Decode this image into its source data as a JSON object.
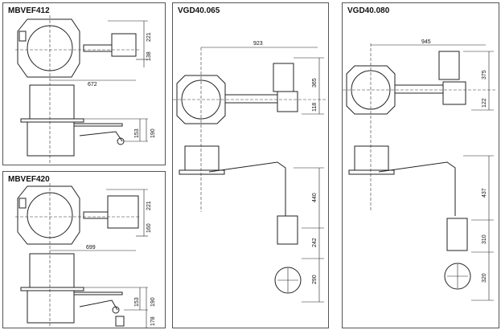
{
  "panels": [
    {
      "title": "MBVEF412",
      "dims": {
        "width": "672",
        "top_height": "221",
        "bottom_height": "138",
        "side_a": "153",
        "side_b": "190"
      }
    },
    {
      "title": "MBVEF420",
      "dims": {
        "width": "699",
        "top_height": "221",
        "bottom_height": "160",
        "side_a": "153",
        "side_b": "190",
        "side_c": "178"
      }
    },
    {
      "title": "VGD40.065",
      "dims": {
        "width": "923",
        "top_height": "365",
        "bottom_height": "118",
        "vert_a": "440",
        "vert_b": "242",
        "vert_c": "290"
      }
    },
    {
      "title": "VGD40.080",
      "dims": {
        "width": "945",
        "top_height": "375",
        "bottom_height": "122",
        "vert_a": "437",
        "vert_b": "310",
        "vert_c": "320"
      }
    }
  ]
}
